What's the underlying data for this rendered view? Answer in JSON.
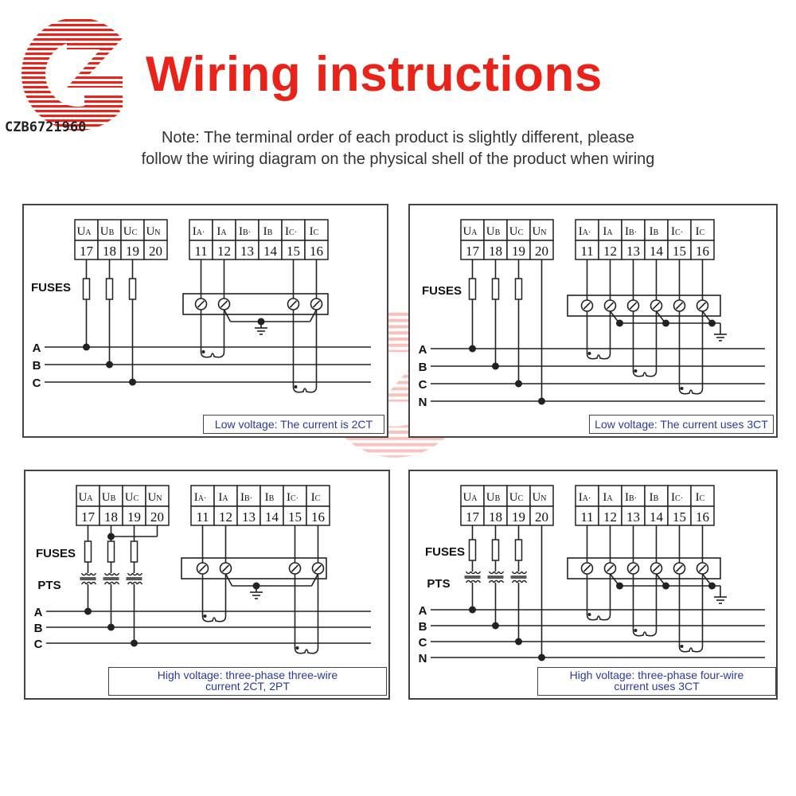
{
  "brand": {
    "logo_text": "CZB6721960",
    "colors": {
      "red": "#e8231a",
      "dark": "#333333"
    }
  },
  "header": {
    "title": "Wiring instructions",
    "note_line1": "Note: The terminal order of each product is slightly different, please",
    "note_line2": "follow the wiring diagram on the physical shell of the product when wiring"
  },
  "terminals": {
    "voltage_labels": [
      "U",
      "U",
      "U",
      "U"
    ],
    "voltage_subs": [
      "A",
      "B",
      "C",
      "N"
    ],
    "voltage_numbers": [
      "17",
      "18",
      "19",
      "20"
    ],
    "current_labels": [
      "I",
      "I",
      "I",
      "I",
      "I",
      "I"
    ],
    "current_subs": [
      "A·",
      "A",
      "B·",
      "B",
      "C·",
      "C"
    ],
    "current_numbers": [
      "11",
      "12",
      "13",
      "14",
      "15",
      "16"
    ]
  },
  "labels": {
    "fuses": "FUSES",
    "pts": "PTS"
  },
  "panels": [
    {
      "phases": [
        "A",
        "B",
        "C"
      ],
      "caption": [
        "Low voltage: The current is 2CT"
      ]
    },
    {
      "phases": [
        "A",
        "B",
        "C",
        "N"
      ],
      "caption": [
        "Low voltage: The current uses 3CT"
      ]
    },
    {
      "phases": [
        "A",
        "B",
        "C"
      ],
      "caption": [
        "High voltage: three-phase three-wire",
        "current 2CT, 2PT"
      ]
    },
    {
      "phases": [
        "A",
        "B",
        "C",
        "N"
      ],
      "caption": [
        "High voltage: three-phase four-wire",
        "current uses 3CT"
      ]
    }
  ]
}
